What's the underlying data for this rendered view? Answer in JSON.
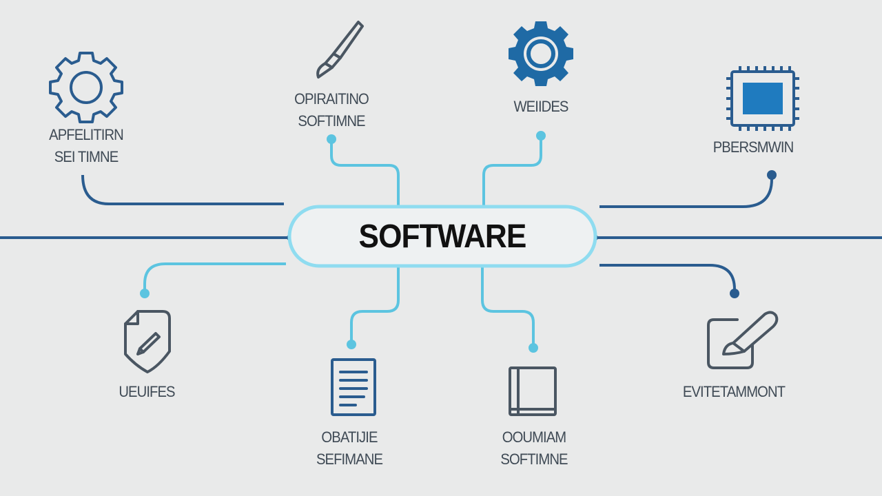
{
  "hub": {
    "label": "SOFTWARE"
  },
  "nodes": {
    "app": {
      "line1": "APFELITIRN",
      "line2": "SEI TIMNE",
      "icon": "gear-outline-icon"
    },
    "os": {
      "line1": "OPIRAITINO",
      "line2": "SOFTIMNE",
      "icon": "paintbrush-icon"
    },
    "wb": {
      "line1": "WEIIDES",
      "icon": "gear-filled-icon"
    },
    "prog": {
      "line1": "PBERSMWIN",
      "icon": "chip-icon"
    },
    "util": {
      "line1": "UEUIFES",
      "icon": "shield-document-icon"
    },
    "db": {
      "line1": "OBATIJIE",
      "line2": "SEFIMANE",
      "icon": "document-icon"
    },
    "doc": {
      "line1": "OOUMIAM",
      "line2": "SOFTIMNE",
      "icon": "book-icon"
    },
    "ent": {
      "line1": "EVITETAMMONT",
      "icon": "edit-brush-icon"
    }
  },
  "colors": {
    "dark": "#2a5c8f",
    "light": "#5cc4e0",
    "hub_border": "#8fdcf0",
    "label": "#3f4a55"
  }
}
